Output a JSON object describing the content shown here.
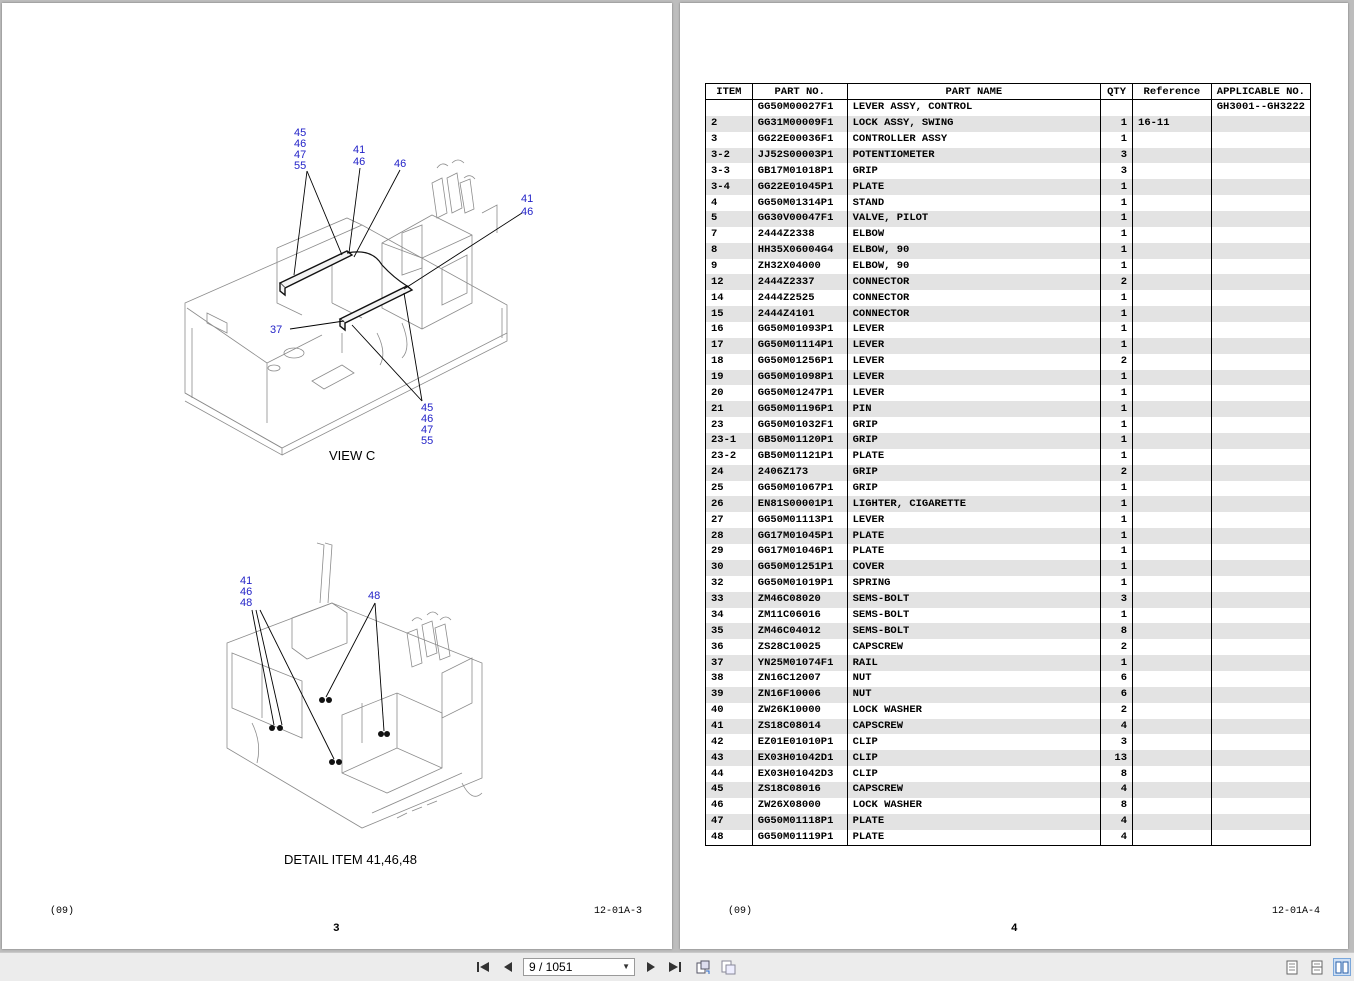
{
  "left_page": {
    "view_caption": "VIEW C",
    "detail_caption": "DETAIL ITEM 41,46,48",
    "callouts_view": {
      "group_top_left": [
        "45",
        "46",
        "47",
        "55"
      ],
      "group_top_mid": [
        "41",
        "46"
      ],
      "single_46": "46",
      "group_right": [
        "41",
        "46"
      ],
      "label_37": "37",
      "group_bottom": [
        "45",
        "46",
        "47",
        "55"
      ]
    },
    "callouts_detail": {
      "group_left": [
        "41",
        "46",
        "48"
      ],
      "label_48": "48"
    },
    "footer_left": "(09)",
    "footer_right": "12-01A-3",
    "page_number": "3"
  },
  "right_page": {
    "columns": [
      "ITEM",
      "PART NO.",
      "PART NAME",
      "QTY",
      "Reference",
      "APPLICABLE NO."
    ],
    "rows": [
      [
        "",
        "GG50M00027F1",
        "LEVER ASSY, CONTROL",
        "",
        "",
        "GH3001--GH3222"
      ],
      [
        "2",
        "GG31M00009F1",
        "LOCK ASSY, SWING",
        "1",
        "16-11",
        ""
      ],
      [
        "3",
        "GG22E00036F1",
        "CONTROLLER ASSY",
        "1",
        "",
        ""
      ],
      [
        "3-2",
        "JJ52S00003P1",
        "POTENTIOMETER",
        "3",
        "",
        ""
      ],
      [
        "3-3",
        "GB17M01018P1",
        "GRIP",
        "3",
        "",
        ""
      ],
      [
        "3-4",
        "GG22E01045P1",
        "PLATE",
        "1",
        "",
        ""
      ],
      [
        "4",
        "GG50M01314P1",
        "STAND",
        "1",
        "",
        ""
      ],
      [
        "5",
        "GG30V00047F1",
        "VALVE, PILOT",
        "1",
        "",
        ""
      ],
      [
        "7",
        "2444Z2338",
        "ELBOW",
        "1",
        "",
        ""
      ],
      [
        "8",
        "HH35X06004G4",
        "ELBOW, 90",
        "1",
        "",
        ""
      ],
      [
        "9",
        "ZH32X04000",
        "ELBOW, 90",
        "1",
        "",
        ""
      ],
      [
        "12",
        "2444Z2337",
        "CONNECTOR",
        "2",
        "",
        ""
      ],
      [
        "14",
        "2444Z2525",
        "CONNECTOR",
        "1",
        "",
        ""
      ],
      [
        "15",
        "2444Z4101",
        "CONNECTOR",
        "1",
        "",
        ""
      ],
      [
        "16",
        "GG50M01093P1",
        "LEVER",
        "1",
        "",
        ""
      ],
      [
        "17",
        "GG50M01114P1",
        "LEVER",
        "1",
        "",
        ""
      ],
      [
        "18",
        "GG50M01256P1",
        "LEVER",
        "2",
        "",
        ""
      ],
      [
        "19",
        "GG50M01098P1",
        "LEVER",
        "1",
        "",
        ""
      ],
      [
        "20",
        "GG50M01247P1",
        "LEVER",
        "1",
        "",
        ""
      ],
      [
        "21",
        "GG50M01196P1",
        "PIN",
        "1",
        "",
        ""
      ],
      [
        "23",
        "GG50M01032F1",
        "GRIP",
        "1",
        "",
        ""
      ],
      [
        "23-1",
        "GB50M01120P1",
        "GRIP",
        "1",
        "",
        ""
      ],
      [
        "23-2",
        "GB50M01121P1",
        "PLATE",
        "1",
        "",
        ""
      ],
      [
        "24",
        "2406Z173",
        "GRIP",
        "2",
        "",
        ""
      ],
      [
        "25",
        "GG50M01067P1",
        "GRIP",
        "1",
        "",
        ""
      ],
      [
        "26",
        "EN81S00001P1",
        "LIGHTER, CIGARETTE",
        "1",
        "",
        ""
      ],
      [
        "27",
        "GG50M01113P1",
        "LEVER",
        "1",
        "",
        ""
      ],
      [
        "28",
        "GG17M01045P1",
        "PLATE",
        "1",
        "",
        ""
      ],
      [
        "29",
        "GG17M01046P1",
        "PLATE",
        "1",
        "",
        ""
      ],
      [
        "30",
        "GG50M01251P1",
        "COVER",
        "1",
        "",
        ""
      ],
      [
        "32",
        "GG50M01019P1",
        "SPRING",
        "1",
        "",
        ""
      ],
      [
        "33",
        "ZM46C08020",
        "SEMS-BOLT",
        "3",
        "",
        ""
      ],
      [
        "34",
        "ZM11C06016",
        "SEMS-BOLT",
        "1",
        "",
        ""
      ],
      [
        "35",
        "ZM46C04012",
        "SEMS-BOLT",
        "8",
        "",
        ""
      ],
      [
        "36",
        "ZS28C10025",
        "CAPSCREW",
        "2",
        "",
        ""
      ],
      [
        "37",
        "YN25M01074F1",
        "RAIL",
        "1",
        "",
        ""
      ],
      [
        "38",
        "ZN16C12007",
        "NUT",
        "6",
        "",
        ""
      ],
      [
        "39",
        "ZN16F10006",
        "NUT",
        "6",
        "",
        ""
      ],
      [
        "40",
        "ZW26K10000",
        "LOCK WASHER",
        "2",
        "",
        ""
      ],
      [
        "41",
        "ZS18C08014",
        "CAPSCREW",
        "4",
        "",
        ""
      ],
      [
        "42",
        "EZ01E01010P1",
        "CLIP",
        "3",
        "",
        ""
      ],
      [
        "43",
        "EX03H01042D1",
        "CLIP",
        "13",
        "",
        ""
      ],
      [
        "44",
        "EX03H01042D3",
        "CLIP",
        "8",
        "",
        ""
      ],
      [
        "45",
        "ZS18C08016",
        "CAPSCREW",
        "4",
        "",
        ""
      ],
      [
        "46",
        "ZW26X08000",
        "LOCK WASHER",
        "8",
        "",
        ""
      ],
      [
        "47",
        "GG50M01118P1",
        "PLATE",
        "4",
        "",
        ""
      ],
      [
        "48",
        "GG50M01119P1",
        "PLATE",
        "4",
        "",
        ""
      ]
    ],
    "footer_left": "(09)",
    "footer_right": "12-01A-4",
    "page_number": "4"
  },
  "toolbar": {
    "page_indicator": "9 / 1051",
    "icons": [
      "first-page-icon",
      "prev-page-icon",
      "next-page-icon",
      "last-page-icon",
      "rotate-view-icon",
      "fit-page-icon",
      "single-page-view-icon",
      "continuous-view-icon",
      "two-page-view-icon"
    ]
  }
}
